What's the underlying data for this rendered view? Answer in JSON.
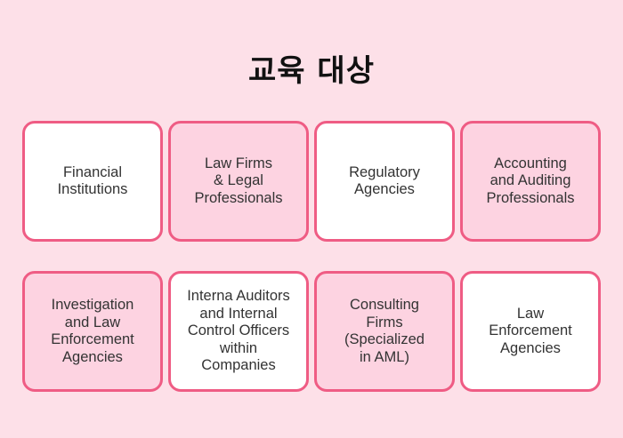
{
  "title": "교육 대상",
  "cards": [
    {
      "label": "Financial\nInstitutions",
      "style": "white"
    },
    {
      "label": "Law Firms\n& Legal\nProfessionals",
      "style": "pink"
    },
    {
      "label": "Regulatory\nAgencies",
      "style": "white"
    },
    {
      "label": "Accounting\nand Auditing\nProfessionals",
      "style": "pink"
    },
    {
      "label": "Investigation\nand Law\nEnforcement\nAgencies",
      "style": "pink"
    },
    {
      "label": "Interna Auditors\nand Internal\nControl Officers\nwithin\nCompanies",
      "style": "white"
    },
    {
      "label": "Consulting\nFirms\n(Specialized\nin AML)",
      "style": "pink"
    },
    {
      "label": "Law\nEnforcement\nAgencies",
      "style": "white"
    }
  ],
  "colors": {
    "background": "#fde0e8",
    "border": "#ef5c84",
    "card_pink": "#fdd3e1",
    "card_white": "#ffffff"
  }
}
